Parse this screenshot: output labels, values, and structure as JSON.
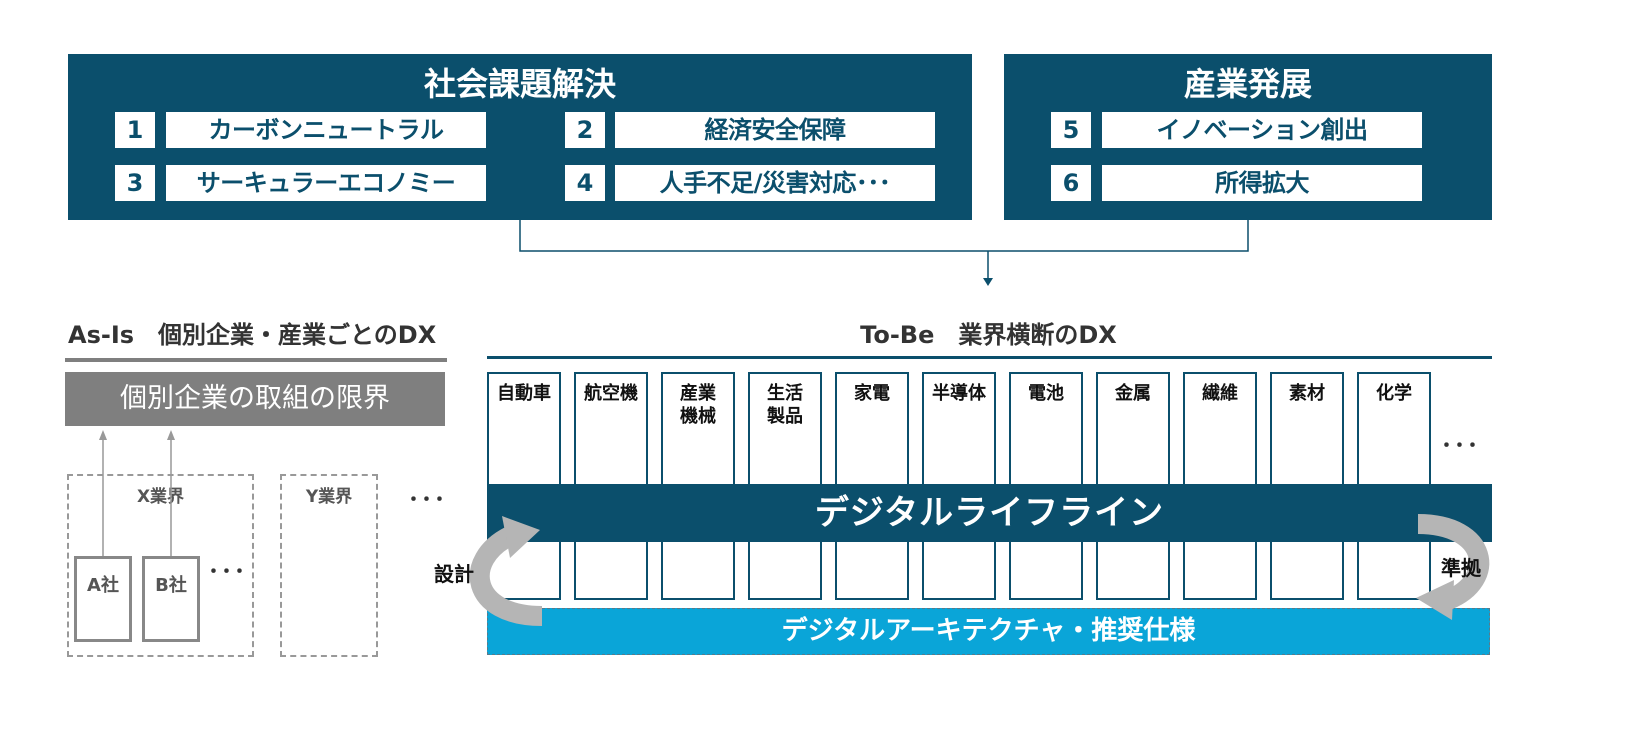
{
  "top": {
    "left_panel": {
      "title": "社会課題解決",
      "items": [
        {
          "num": "1",
          "label": "カーボンニュートラル"
        },
        {
          "num": "2",
          "label": "経済安全保障"
        },
        {
          "num": "3",
          "label": "サーキュラーエコノミー"
        },
        {
          "num": "4",
          "label": "人手不足/災害対応･･･"
        }
      ]
    },
    "right_panel": {
      "title": "産業発展",
      "items": [
        {
          "num": "5",
          "label": "イノベーション創出"
        },
        {
          "num": "6",
          "label": "所得拡大"
        }
      ]
    }
  },
  "asis": {
    "heading": "As-Is　個別企業・産業ごとのDX",
    "limit_box": "個別企業の取組の限界",
    "industry_x": "X業界",
    "industry_y": "Y業界",
    "company_a": "A社",
    "company_b": "B社",
    "ellipsis": "･･･"
  },
  "tobe": {
    "heading": "To-Be　業界横断のDX",
    "industries": [
      "自動車",
      "航空機",
      "産業\n機械",
      "生活\n製品",
      "家電",
      "半導体",
      "電池",
      "金属",
      "繊維",
      "素材",
      "化学"
    ],
    "ellipsis": "･･･",
    "lifeline": "デジタルライフライン",
    "architecture": "デジタルアーキテクチャ・推奨仕様",
    "design_label": "設計",
    "comply_label": "準拠"
  },
  "colors": {
    "navy": "#0b4f6c",
    "cyan": "#0aa5d8",
    "gray": "#7f7f7f"
  }
}
